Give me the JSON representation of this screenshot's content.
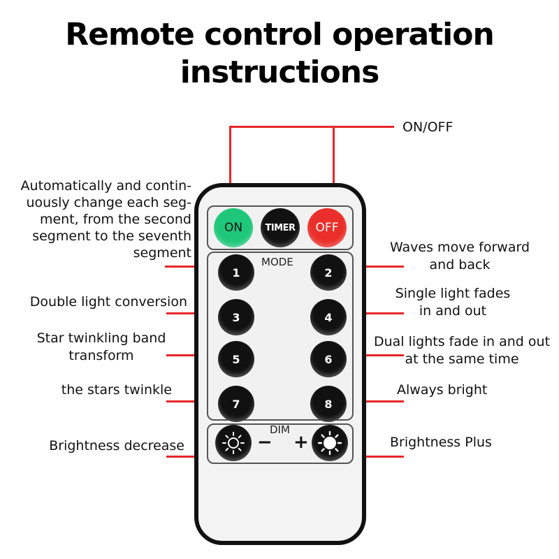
{
  "title": {
    "line1": "Remote control operation",
    "line2": "instructions"
  },
  "labels": {
    "on_off": "ON/OFF",
    "auto_change": [
      "Automatically and contin-",
      "uously change each seg-",
      "ment, from the second",
      "segment to the seventh",
      "segment"
    ],
    "waves": [
      "Waves move forward",
      "and back"
    ],
    "double_light": "Double light conversion",
    "single_fade": [
      "Single light fades",
      "in and out"
    ],
    "star_band": [
      "Star twinkling band",
      "transform"
    ],
    "dual_fade": [
      "Dual lights fade in and out",
      "at the same time"
    ],
    "stars_twinkle": "the stars twinkle",
    "always_bright": "Always bright",
    "brightness_decrease": "Brightness decrease",
    "brightness_plus": "Brightness Plus"
  },
  "remote": {
    "on": "ON",
    "timer": "TIMER",
    "off": "OFF",
    "mode": "MODE",
    "dim": "DIM",
    "minus": "−",
    "plus": "+",
    "buttons": [
      "1",
      "2",
      "3",
      "4",
      "5",
      "6",
      "7",
      "8"
    ]
  },
  "colors": {
    "line": "#e8262a",
    "on": "#1fc77a",
    "off": "#ea2f2a",
    "button": "#111111"
  },
  "icons": {
    "dim_down": "sun-outline-icon",
    "dim_up": "sun-filled-icon"
  }
}
